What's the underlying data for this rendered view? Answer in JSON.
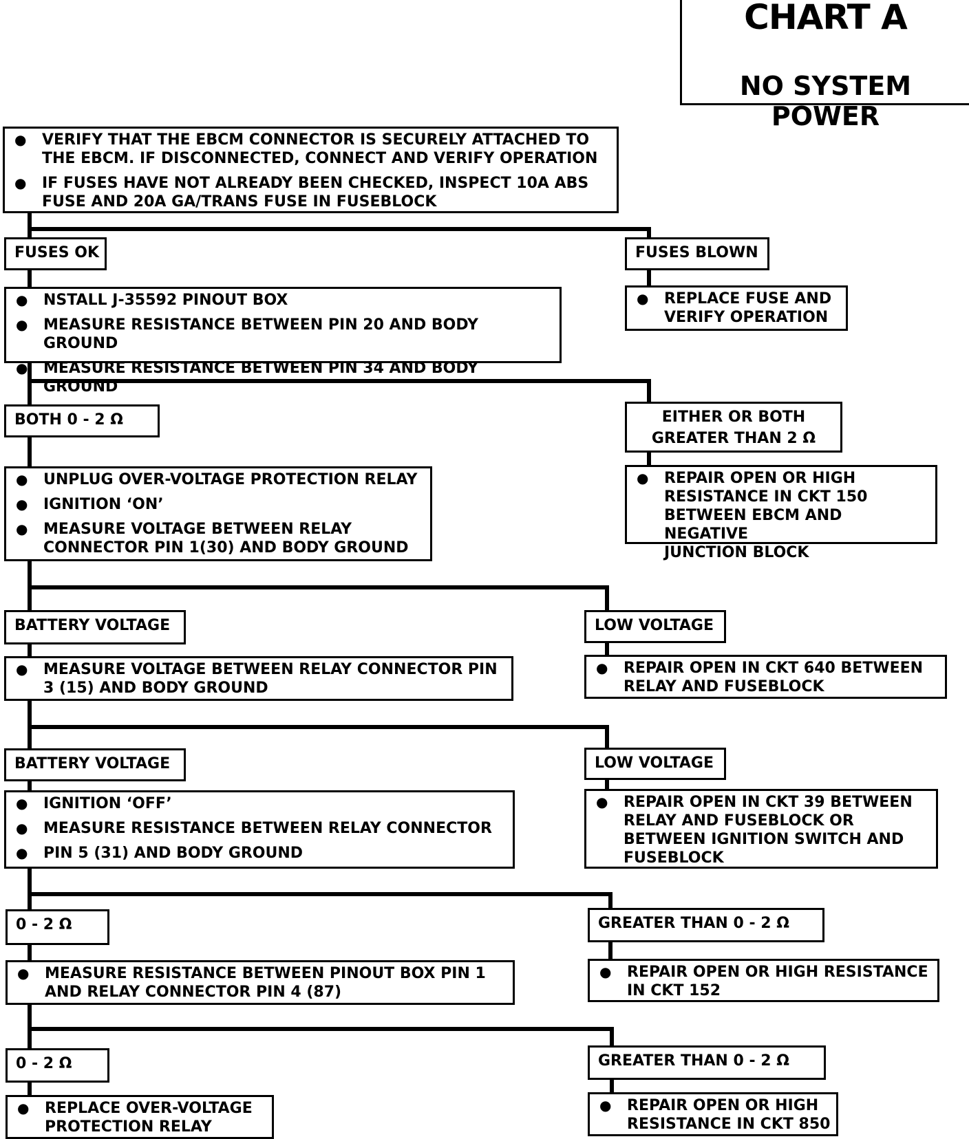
{
  "header": {
    "title": "CHART A",
    "subtitle": "NO SYSTEM POWER"
  },
  "start": {
    "steps": [
      "VERIFY THAT THE EBCM CONNECTOR IS SECURELY ATTACHED TO\nTHE EBCM. IF DISCONNECTED, CONNECT AND VERIFY OPERATION",
      "IF FUSES HAVE NOT ALREADY BEEN CHECKED, INSPECT 10A ABS\nFUSE AND 20A GA/TRANS  FUSE IN FUSEBLOCK"
    ]
  },
  "level1": {
    "left_label": "FUSES OK",
    "right_label": "FUSES  BLOWN",
    "left_steps": [
      "NSTALL J-35592 PINOUT BOX",
      "MEASURE RESISTANCE BETWEEN PIN 20 AND BODY GROUND",
      "MEASURE RESISTANCE BETWEEN PIN 34 AND BODY GROUND"
    ],
    "right_steps": [
      "REPLACE FUSE AND\nVERIFY OPERATION"
    ]
  },
  "level2": {
    "left_label": "BOTH 0 - 2 Ω",
    "right_label": "EITHER OR BOTH\nGREATER THAN 2  Ω",
    "left_steps": [
      "UNPLUG OVER-VOLTAGE PROTECTION RELAY",
      "IGNITION ‘ON’",
      "MEASURE VOLTAGE BETWEEN RELAY\nCONNECTOR PIN 1(30) AND BODY GROUND"
    ],
    "right_steps": [
      "REPAIR OPEN OR HIGH\nRESISTANCE IN CKT 150\nBETWEEN EBCM AND NEGATIVE\nJUNCTION BLOCK"
    ]
  },
  "level3": {
    "left_label": "BATTERY VOLTAGE",
    "right_label": "LOW VOLTAGE",
    "left_steps": [
      "MEASURE VOLTAGE BETWEEN RELAY CONNECTOR PIN\n3 (15) AND BODY GROUND"
    ],
    "right_steps": [
      "REPAIR OPEN IN CKT 640 BETWEEN\nRELAY AND FUSEBLOCK"
    ]
  },
  "level4": {
    "left_label": "BATTERY VOLTAGE",
    "right_label": "LOW VOLTAGE",
    "left_steps": [
      "IGNITION ‘OFF’",
      "MEASURE RESISTANCE BETWEEN RELAY CONNECTOR",
      "PIN 5 (31) AND BODY GROUND"
    ],
    "right_steps": [
      "REPAIR OPEN IN CKT 39  BETWEEN\nRELAY AND FUSEBLOCK OR\nBETWEEN IGNITION SWITCH AND\nFUSEBLOCK"
    ]
  },
  "level5": {
    "left_label": "0 - 2  Ω",
    "right_label": "GREATER THAN 0 - 2 Ω",
    "left_steps": [
      "MEASURE RESISTANCE BETWEEN PINOUT BOX PIN 1\nAND RELAY CONNECTOR PIN 4 (87)"
    ],
    "right_steps": [
      "REPAIR OPEN OR HIGH RESISTANCE\nIN CKT 152"
    ]
  },
  "level6": {
    "left_label": "0 - 2  Ω",
    "right_label": "GREATER THAN 0 - 2 Ω",
    "left_steps": [
      "REPLACE OVER-VOLTAGE\nPROTECTION RELAY"
    ],
    "right_steps": [
      "REPAIR OPEN OR HIGH\nRESISTANCE IN CKT 850"
    ]
  },
  "bullet": "●"
}
